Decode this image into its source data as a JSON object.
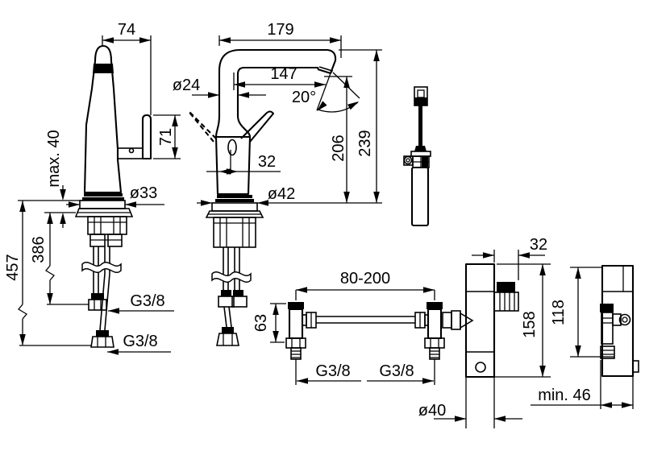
{
  "drawing": {
    "kind": "faucet installation dimension drawing",
    "background": "#ffffff",
    "line_color": "#000000"
  },
  "side_view": {
    "dim_top_width": "74",
    "dim_handle_height": "71",
    "dim_deck_thickness": "max. 40",
    "dim_base_diameter": "ø33",
    "dim_hose_short": "386",
    "dim_hose_long": "457",
    "label_thread_upper": "G3/8",
    "label_thread_lower": "G3/8"
  },
  "front_view": {
    "dim_spout_overall": "179",
    "dim_spout_reach": "147",
    "dim_outlet_angle": "20°",
    "dim_spout_diameter": "ø24",
    "dim_body_width": "32",
    "dim_base_diameter": "ø42",
    "dim_height_outlet": "206",
    "dim_height_overall": "239"
  },
  "valve_assembly": {
    "dim_adjustable_span": "80-200",
    "dim_valve_height": "63",
    "label_thread_left": "G3/8",
    "label_thread_right": "G3/8",
    "dim_body_diameter": "ø40"
  },
  "control_box": {
    "dim_connector_width": "32",
    "dim_height": "158",
    "dim_side_height": "118",
    "dim_min_clearance": "min. 46"
  }
}
